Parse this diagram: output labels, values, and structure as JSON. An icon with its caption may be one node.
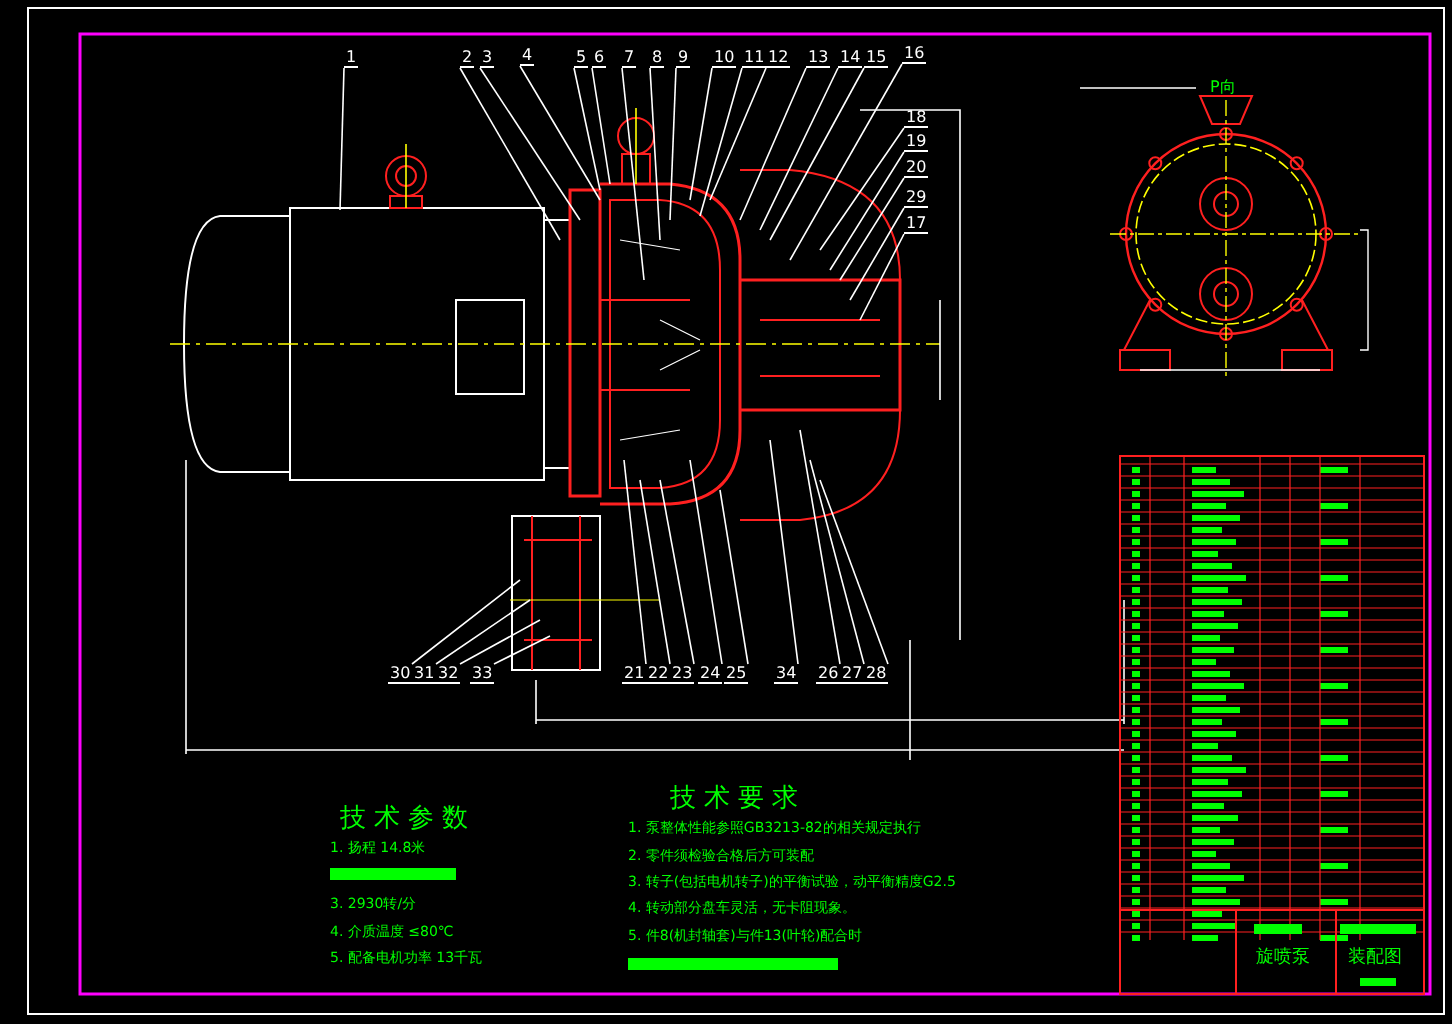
{
  "diagram": {
    "nodes": [
      {
        "text": [
          "1"
        ]
      },
      {
        "text": [
          "2"
        ]
      },
      {
        "text": [
          "3"
        ]
      },
      {
        "text": [
          "4"
        ]
      },
      {
        "text": [
          "5"
        ]
      },
      {
        "text": [
          "6"
        ]
      },
      {
        "text": [
          "7"
        ]
      },
      {
        "text": [
          "8"
        ]
      },
      {
        "text": [
          "9"
        ]
      },
      {
        "text": [
          "10"
        ]
      },
      {
        "text": [
          "11"
        ]
      },
      {
        "text": [
          "12"
        ]
      },
      {
        "text": [
          "13"
        ]
      },
      {
        "text": [
          "14"
        ]
      },
      {
        "text": [
          "15"
        ]
      },
      {
        "text": [
          "16"
        ]
      },
      {
        "text": [
          "18"
        ]
      },
      {
        "text": [
          "19"
        ]
      },
      {
        "text": [
          "20"
        ]
      },
      {
        "text": [
          "29"
        ]
      },
      {
        "text": [
          "17"
        ]
      },
      {
        "text": [
          "30"
        ]
      },
      {
        "text": [
          "31"
        ]
      },
      {
        "text": [
          "32"
        ]
      },
      {
        "text": [
          "33"
        ]
      },
      {
        "text": [
          "21"
        ]
      },
      {
        "text": [
          "22"
        ]
      },
      {
        "text": [
          "23"
        ]
      },
      {
        "text": [
          "24"
        ]
      },
      {
        "text": [
          "25"
        ]
      },
      {
        "text": [
          "34"
        ]
      },
      {
        "text": [
          "26"
        ]
      },
      {
        "text": [
          "27"
        ]
      },
      {
        "text": [
          "28"
        ]
      }
    ],
    "edges": [
      {
        "from": 0,
        "to": null,
        "arrow": "none"
      },
      {
        "from": 1,
        "to": null,
        "arrow": "none"
      },
      {
        "from": 2,
        "to": null,
        "arrow": "none"
      },
      {
        "from": 3,
        "to": null,
        "arrow": "none"
      },
      {
        "from": 4,
        "to": null,
        "arrow": "none"
      },
      {
        "from": 5,
        "to": null,
        "arrow": "none"
      },
      {
        "from": 6,
        "to": null,
        "arrow": "none"
      },
      {
        "from": 7,
        "to": null,
        "arrow": "none"
      },
      {
        "from": 8,
        "to": null,
        "arrow": "none"
      },
      {
        "from": 9,
        "to": null,
        "arrow": "none"
      },
      {
        "from": 10,
        "to": null,
        "arrow": "none"
      },
      {
        "from": 11,
        "to": null,
        "arrow": "none"
      },
      {
        "from": 12,
        "to": null,
        "arrow": "none"
      },
      {
        "from": 13,
        "to": null,
        "arrow": "none"
      },
      {
        "from": 14,
        "to": null,
        "arrow": "none"
      },
      {
        "from": 15,
        "to": null,
        "arrow": "none"
      },
      {
        "from": 16,
        "to": null,
        "arrow": "none"
      },
      {
        "from": 17,
        "to": null,
        "arrow": "none"
      },
      {
        "from": 18,
        "to": null,
        "arrow": "none"
      },
      {
        "from": 19,
        "to": null,
        "arrow": "none"
      },
      {
        "from": 20,
        "to": null,
        "arrow": "none"
      },
      {
        "from": 21,
        "to": null,
        "arrow": "none"
      },
      {
        "from": 22,
        "to": null,
        "arrow": "none"
      },
      {
        "from": 23,
        "to": null,
        "arrow": "none"
      },
      {
        "from": 24,
        "to": null,
        "arrow": "none"
      },
      {
        "from": 25,
        "to": null,
        "arrow": "none"
      },
      {
        "from": 26,
        "to": null,
        "arrow": "none"
      },
      {
        "from": 27,
        "to": null,
        "arrow": "none"
      },
      {
        "from": 28,
        "to": null,
        "arrow": "none"
      },
      {
        "from": 29,
        "to": null,
        "arrow": "none"
      },
      {
        "from": 30,
        "to": null,
        "arrow": "none"
      },
      {
        "from": 31,
        "to": null,
        "arrow": "none"
      },
      {
        "from": 32,
        "to": null,
        "arrow": "none"
      },
      {
        "from": 33,
        "to": null,
        "arrow": "none"
      }
    ],
    "labels": [
      "P向",
      "技术参数",
      "1. 扬程 14.8米",
      "3. 2930转/分",
      "4. 介质温度 ≤80℃",
      "5. 配备电机功率 13千瓦",
      "技术要求",
      "1. 泵整体性能参照GB3213-82的相关规定执行",
      "2. 零件须检验合格后方可装配",
      "3. 转子(包括电机转子)的平衡试验，动平衡精度G2.5",
      "4. 转动部分盘车灵活，无卡阻现象。",
      "5. 件8(机封轴套)与件13(叶轮)配合时",
      "旋喷泵",
      "装配图"
    ]
  }
}
